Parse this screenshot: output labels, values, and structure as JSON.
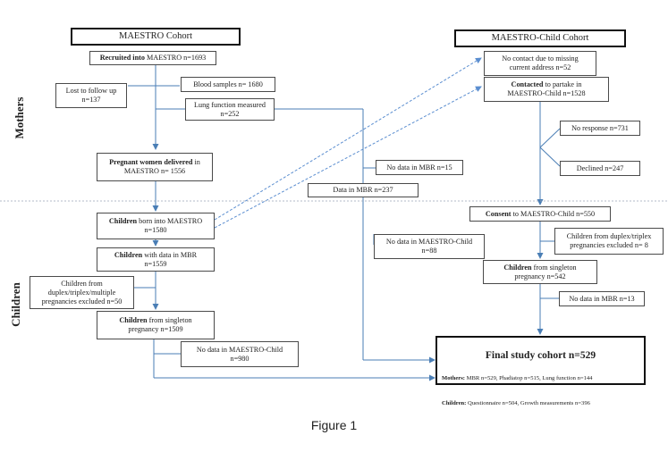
{
  "caption": "Figure 1",
  "side_labels": {
    "mothers": "Mothers",
    "children": "Children"
  },
  "colors": {
    "line": "#4a7eb5",
    "dashed": "#5b8ed0",
    "separator": "#9aa5b8",
    "border": "#111111"
  },
  "nodes": {
    "maestro_cohort": "MAESTRO  Cohort",
    "maestro_child_cohort": "MAESTRO-Child  Cohort",
    "recruited": {
      "bold": "Recruited into",
      "text": " MAESTRO n=1693"
    },
    "lost": "Lost to follow up\nn=137",
    "blood": "Blood samples  n= 1680",
    "lung": "Lung function measured\nn=252",
    "pregnant": {
      "bold": "Pregnant women delivered",
      "text": " in\nMAESTRO n= 1556"
    },
    "no_data_mbr_15": "No data in MBR n=15",
    "data_mbr_237": "Data in MBR n=237",
    "children_born": {
      "bold": "Children",
      "text": " born into MAESTRO\nn=1580"
    },
    "children_mbr": {
      "bold": "Children",
      "text": " with data in MBR\nn=1559"
    },
    "multi_excluded": "Children from\nduplex/triplex/multiple\npregnancies excluded n=50",
    "singleton_left": {
      "bold": "Children",
      "text": " from singleton\npregnancy  n=1509"
    },
    "no_data_child_980": "No data in MAESTRO-Child\nn=980",
    "no_contact": "No contact due to missing\ncurrent address n=52",
    "contacted": {
      "bold": "Contacted",
      "text": " to partake in\nMAESTRO-Child n=1528"
    },
    "no_response": "No response n=731",
    "declined": "Declined n=247",
    "consent": {
      "bold": "Consent",
      "text": " to MAESTRO-Child n=550"
    },
    "no_data_child_88": "No data in MAESTRO-Child\nn=88",
    "duplex_excluded": "Children from duplex/triplex\npregnancies excluded  n= 8",
    "singleton_right": {
      "bold": "Children",
      "text": " from singleton\npregnancy n=542"
    },
    "no_data_mbr_13": "No data in MBR n=13",
    "final": {
      "title": "Final study cohort n=529",
      "mothers_bold": "Mothers:",
      "mothers_text": " MBR n=529,  Phadiatop n=515, Lung function n=144",
      "children_bold": "Children:",
      "children_text": " Questionnaire n=504, Growth measurements n=396"
    }
  }
}
